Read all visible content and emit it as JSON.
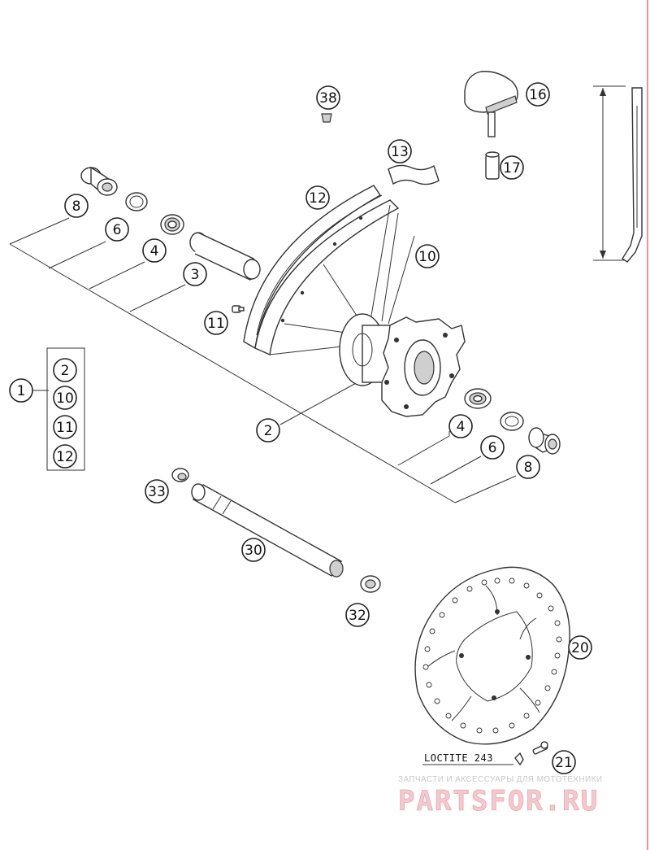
{
  "callouts": {
    "c38": "38",
    "c16": "16",
    "c13": "13",
    "c17": "17",
    "c12": "12",
    "c8a": "8",
    "c6a": "6",
    "c4a": "4",
    "c3": "3",
    "c10": "10",
    "c11": "11",
    "c1": "1",
    "k2": "2",
    "k10": "10",
    "k11": "11",
    "k12": "12",
    "c2": "2",
    "c4b": "4",
    "c6b": "6",
    "c8b": "8",
    "c33": "33",
    "c30": "30",
    "c32": "32",
    "c20": "20",
    "c21": "21"
  },
  "note": {
    "loctite": "LOCTITE 243"
  },
  "watermark": {
    "tagline": "ЗАПЧАСТИ И АКСЕССУАРЫ ДЛЯ МОТОТЕХНИКИ",
    "logo": "PARTSFOR.RU"
  },
  "colors": {
    "line": "#333333",
    "watermark_pink": "#f3c9ce",
    "edge_red": "#e0504a"
  }
}
